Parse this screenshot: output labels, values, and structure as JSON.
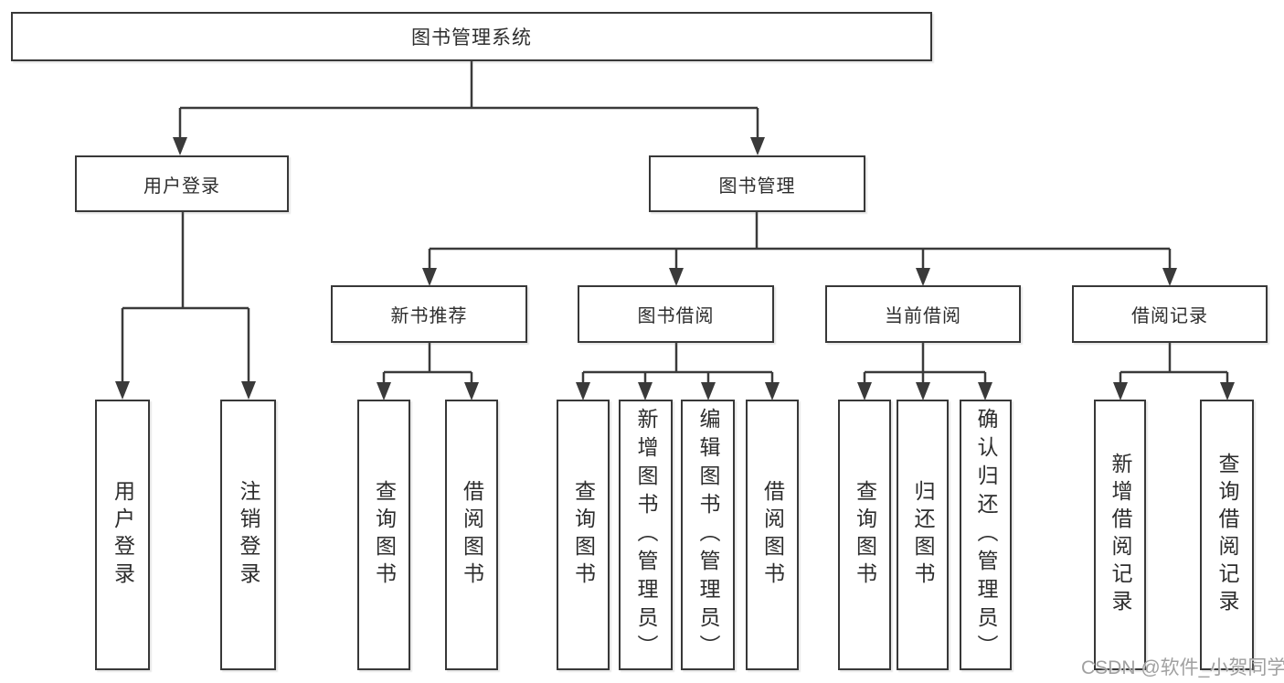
{
  "diagram": {
    "title": "图书管理系统",
    "nodes": {
      "root": "图书管理系统",
      "user_login": "用户登录",
      "book_mgmt": "图书管理",
      "new_rec": "新书推荐",
      "borrow": "图书借阅",
      "current": "当前借阅",
      "record": "借阅记录",
      "ul_login": "用户登录",
      "ul_logout": "注销登录",
      "nr_query": "查询图书",
      "nr_borrow": "借阅图书",
      "bb_query": "查询图书",
      "bb_add": "新增图书（管理员）",
      "bb_edit": "编辑图书（管理员）",
      "bb_borrow": "借阅图书",
      "cb_query": "查询图书",
      "cb_return": "归还图书",
      "cb_confirm": "确认归还（管理员）",
      "br_add": "新增借阅记录",
      "br_query": "查询借阅记录"
    },
    "edges": [
      {
        "from": "图书管理系统",
        "to": "用户登录"
      },
      {
        "from": "图书管理系统",
        "to": "图书管理"
      },
      {
        "from": "用户登录",
        "to": "用户登录"
      },
      {
        "from": "用户登录",
        "to": "注销登录"
      },
      {
        "from": "图书管理",
        "to": "新书推荐"
      },
      {
        "from": "图书管理",
        "to": "图书借阅"
      },
      {
        "from": "图书管理",
        "to": "当前借阅"
      },
      {
        "from": "图书管理",
        "to": "借阅记录"
      },
      {
        "from": "新书推荐",
        "to": "查询图书"
      },
      {
        "from": "新书推荐",
        "to": "借阅图书"
      },
      {
        "from": "图书借阅",
        "to": "查询图书"
      },
      {
        "from": "图书借阅",
        "to": "新增图书（管理员）"
      },
      {
        "from": "图书借阅",
        "to": "编辑图书（管理员）"
      },
      {
        "from": "图书借阅",
        "to": "借阅图书"
      },
      {
        "from": "当前借阅",
        "to": "查询图书"
      },
      {
        "from": "当前借阅",
        "to": "归还图书"
      },
      {
        "from": "当前借阅",
        "to": "确认归还（管理员）"
      },
      {
        "from": "借阅记录",
        "to": "新增借阅记录"
      },
      {
        "from": "借阅记录",
        "to": "查询借阅记录"
      }
    ],
    "colors": {
      "line": "#3a3a3a",
      "border": "#383838",
      "text": "#2d2d2d",
      "box_bg": "#ffffff",
      "watermark": "#9b9b9b"
    },
    "watermark": "CSDN @软件_小贺同学"
  }
}
